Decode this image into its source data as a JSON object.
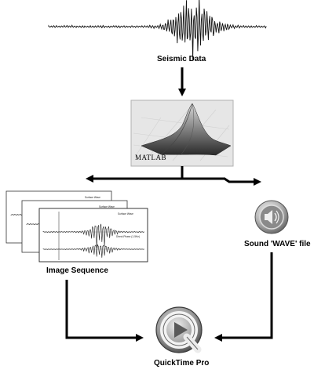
{
  "nodes": {
    "seismic": {
      "label": "Seismic Data"
    },
    "matlab": {
      "logo_text": "MATLAB"
    },
    "images": {
      "label": "Image Sequence",
      "sheet_labels": [
        "Surface Wave",
        "Surface Wave",
        "Surface Wave",
        "Direct-Phase (1-5Hz)"
      ]
    },
    "sound": {
      "label": "Sound 'WAVE' file",
      "icon": "speaker-icon"
    },
    "quicktime": {
      "label": "QuickTime Pro",
      "icon": "quicktime-icon"
    }
  },
  "edges": [
    {
      "from": "Seismic Data",
      "to": "MATLAB"
    },
    {
      "from": "MATLAB",
      "to": "Image Sequence"
    },
    {
      "from": "MATLAB",
      "to": "Sound 'WAVE' file"
    },
    {
      "from": "Image Sequence",
      "to": "QuickTime Pro"
    },
    {
      "from": "Sound 'WAVE' file",
      "to": "QuickTime Pro"
    }
  ],
  "colors": {
    "arrow": "#000000",
    "waveform": "#111111",
    "matlab_bg": "#e6e6e6",
    "icon_silver": "#b8b8b8"
  }
}
